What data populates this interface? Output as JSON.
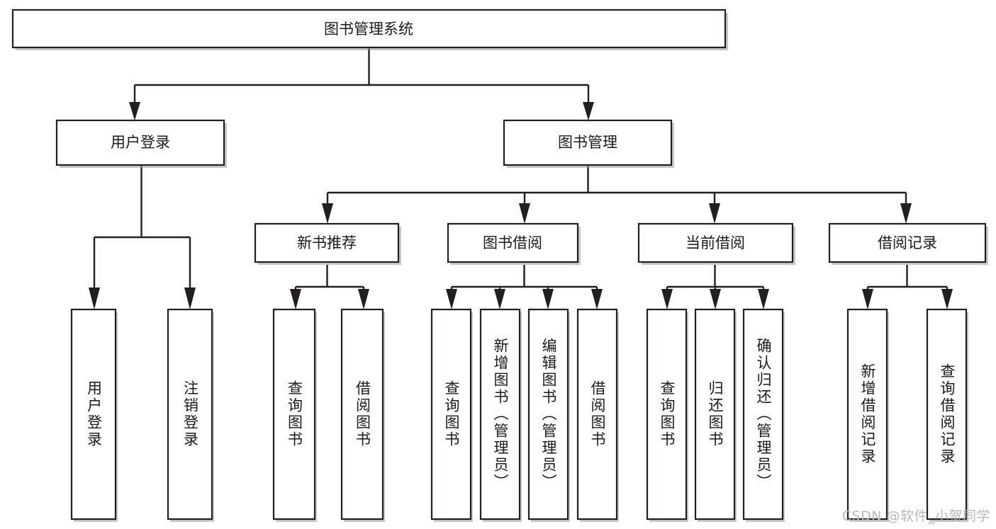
{
  "diagram": {
    "type": "tree-hierarchy",
    "title": "图书管理系统",
    "orientation": "top-down",
    "colors": {
      "box_stroke": "#231f20",
      "box_fill": "#ffffff",
      "connector": "#231f20",
      "text": "#1a1a1a",
      "watermark": "#b9b9b9",
      "background": "#ffffff"
    },
    "root": {
      "label": "图书管理系统",
      "text_direction": "horizontal"
    },
    "level2": [
      {
        "label": "用户登录",
        "text_direction": "horizontal"
      },
      {
        "label": "图书管理",
        "text_direction": "horizontal"
      }
    ],
    "level3": [
      {
        "label": "新书推荐",
        "text_direction": "horizontal"
      },
      {
        "label": "图书借阅",
        "text_direction": "horizontal"
      },
      {
        "label": "当前借阅",
        "text_direction": "horizontal"
      },
      {
        "label": "借阅记录",
        "text_direction": "horizontal"
      }
    ],
    "leaves": {
      "user_login": [
        {
          "label": "用户登录",
          "text_direction": "vertical"
        },
        {
          "label": "注销登录",
          "text_direction": "vertical"
        }
      ],
      "new_book_recommend": [
        {
          "label": "查询图书",
          "text_direction": "vertical"
        },
        {
          "label": "借阅图书",
          "text_direction": "vertical"
        }
      ],
      "book_borrow": [
        {
          "label": "查询图书",
          "text_direction": "vertical"
        },
        {
          "label": "新增图书（管理员）",
          "text_direction": "vertical"
        },
        {
          "label": "编辑图书（管理员）",
          "text_direction": "vertical"
        },
        {
          "label": "借阅图书",
          "text_direction": "vertical"
        }
      ],
      "current_borrow": [
        {
          "label": "查询图书",
          "text_direction": "vertical"
        },
        {
          "label": "归还图书",
          "text_direction": "vertical"
        },
        {
          "label": "确认归还（管理员）",
          "text_direction": "vertical"
        }
      ],
      "borrow_record": [
        {
          "label": "新增借阅记录",
          "text_direction": "vertical"
        },
        {
          "label": "查询借阅记录",
          "text_direction": "vertical"
        }
      ]
    }
  },
  "watermark": {
    "text": "CSDN @软件_小贺同学"
  }
}
